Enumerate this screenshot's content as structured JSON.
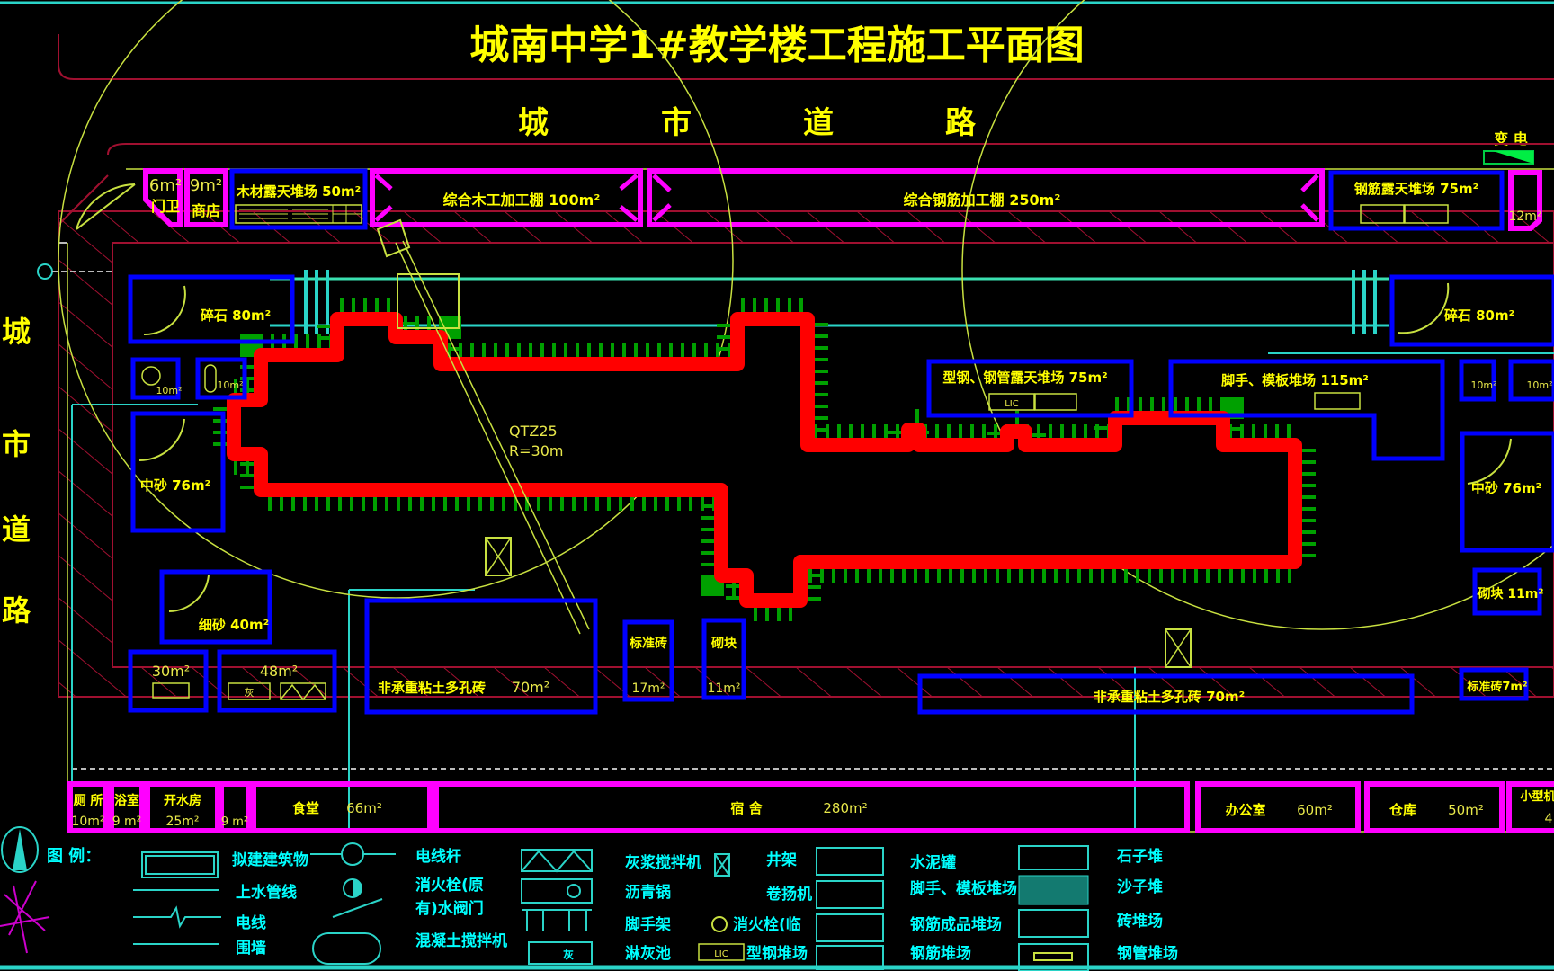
{
  "title": "城南中学1#教学楼工程施工平面图",
  "roads": {
    "top": [
      "城",
      "市",
      "道",
      "路"
    ],
    "left": [
      "城",
      "市",
      "道",
      "路"
    ]
  },
  "power": "变 电",
  "crane": {
    "model": "QTZ25",
    "radius": "R=30m"
  },
  "top_row": {
    "guard": {
      "area": "6m²",
      "name": "门卫"
    },
    "shop": {
      "area": "9m²",
      "name": "商店"
    },
    "timber_yard": "木材露天堆场  50m²",
    "carpentry_shed": "综合木工加工棚  100m²",
    "rebar_shed": "综合钢筋加工棚  250m²",
    "rebar_yard": "钢筋露天堆场  75m²",
    "small_room": "12m²"
  },
  "left_area": {
    "gravel": "碎石  80m²",
    "tank1": "10m²",
    "tank2": "10m²",
    "sand": "中砂 76m²",
    "fine_sand": "细砂 40m²",
    "box30": "30m²",
    "box48": "48m²",
    "lime": "灰",
    "brick_porous": "非承重粘土多孔砖",
    "brick_porous_area": "70m²",
    "std_brick": "标准砖",
    "std_brick_area": "17m²",
    "block": "砌块",
    "block_area": "11m²"
  },
  "right_area": {
    "steel_yard": "型钢、钢管露天堆场 75m²",
    "scaffold_yard": "脚手、模板堆场  115m²",
    "tank1": "10m²",
    "tank2": "10m²",
    "gravel": "碎石  80m²",
    "sand": "中砂 76m²",
    "block": "砌块 11m²",
    "std_brick": "标准砖7m²",
    "brick_porous": "非承重粘土多孔砖      70m²"
  },
  "bottom_row": [
    {
      "name": "厕 所",
      "area": "10m²"
    },
    {
      "name": "浴室",
      "area": "9 m²"
    },
    {
      "name": "开水房",
      "area": "25m²"
    },
    {
      "name": "",
      "area": "9 m²"
    },
    {
      "name": "食堂",
      "area": "66m²"
    },
    {
      "name": "宿     舍",
      "area": "280m²"
    },
    {
      "name": "办公室",
      "area": "60m²"
    },
    {
      "name": "仓库",
      "area": "50m²"
    },
    {
      "name": "小型机",
      "area": "4"
    }
  ],
  "legend": {
    "title": "图 例：",
    "items": [
      "拟建建筑物",
      "上水管线",
      "电线",
      "围墙",
      "电线杆",
      "消火栓(原",
      "有)水阀门",
      "混凝土搅拌机",
      "灰浆搅拌机",
      "沥青锅",
      "脚手架",
      "淋灰池",
      "井架",
      "卷扬机",
      "消火栓(临",
      "型钢堆场",
      "水泥罐",
      "脚手、模板堆场",
      "钢筋成品堆场",
      "钢筋堆场",
      "石子堆",
      "沙子堆",
      "砖堆场",
      "钢管堆场"
    ],
    "lime": "灰",
    "lic": "LIC"
  },
  "colors": {
    "building": "#ff0000",
    "scaffold": "#00a000",
    "temporary": "#ff00ff",
    "storage": "#0000ff",
    "legend": "#00ffff",
    "text": "#ffff00"
  }
}
